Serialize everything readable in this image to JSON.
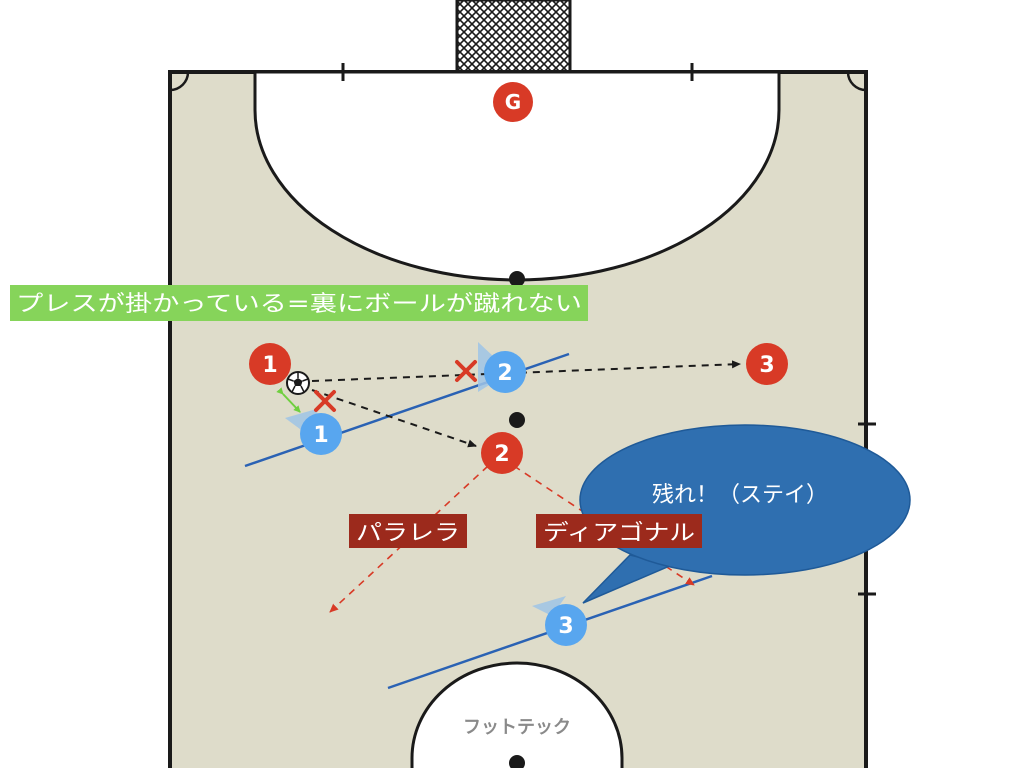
{
  "banner": {
    "text": "プレスが掛かっている=裏にボールが蹴れない",
    "bg": "#86d45a"
  },
  "bubble": {
    "text": "残れ！（ステイ）",
    "bg": "#2f6fb0"
  },
  "labels": {
    "parallel": {
      "text": "パラレラ",
      "bg": "#9c2a1c"
    },
    "diagonal": {
      "text": "ディアゴナル",
      "bg": "#9c2a1c"
    }
  },
  "watermark": "フットテック",
  "red_team": {
    "color": "#d83a26",
    "players": [
      {
        "id": "goalkeeper",
        "label": "G"
      },
      {
        "id": "red-1",
        "label": "1"
      },
      {
        "id": "red-2",
        "label": "2"
      },
      {
        "id": "red-3",
        "label": "3"
      }
    ]
  },
  "blue_team": {
    "color": "#58a6ef",
    "players": [
      {
        "id": "blue-1",
        "label": "1"
      },
      {
        "id": "blue-2",
        "label": "2"
      },
      {
        "id": "blue-3",
        "label": "3"
      }
    ]
  },
  "colors": {
    "court": "#dedcca",
    "line": "#1a1a1a",
    "blue_line": "#2a62b4",
    "pass_arrow": "#1a1a1a",
    "run_arrow": "#d83a26",
    "cross": "#d83a26",
    "green_arrow": "#6fcf3f"
  }
}
